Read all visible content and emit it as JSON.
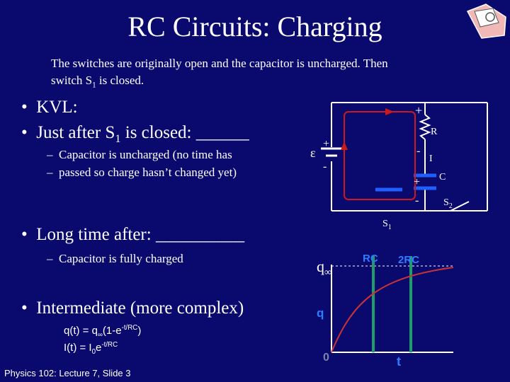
{
  "title": "RC Circuits: Charging",
  "intro": {
    "line1": "The switches are originally open and the capacitor is uncharged. Then",
    "line2_pre": "switch S",
    "line2_sub": "1",
    "line2_post": " is closed."
  },
  "bullets": {
    "kvl": "KVL:",
    "just_after_pre": "Just after S",
    "just_after_sub": "1",
    "just_after_post": " is closed: ______",
    "sub1": "Capacitor is uncharged (no time has",
    "sub2": "passed so charge hasn’t changed yet)",
    "long_time": "Long time after: __________",
    "sub3": "Capacitor is fully charged",
    "intermediate": "Intermediate (more complex)"
  },
  "equations": {
    "q_pre": "q(t) = q",
    "q_inf_sub": "∞",
    "q_mid": "(1-e",
    "q_sup": "-t/RC",
    "q_post": ")",
    "i_pre": "I(t) = I",
    "i_sub": "0",
    "i_mid": "e",
    "i_sup": "-t/RC"
  },
  "circuit": {
    "emf": "ε",
    "plus": "+",
    "minus": "-",
    "r": "R",
    "i": "I",
    "c": "C",
    "s1": "S",
    "s1_sub": "1",
    "s2": "S",
    "s2_sub": "2"
  },
  "graph": {
    "rc": "RC",
    "two_rc": "2RC",
    "q_inf": "q",
    "q_inf_sub": "∞",
    "q": "q",
    "zero": "0",
    "t": "t"
  },
  "footer": "Physics 102: Lecture 7, Slide 3",
  "colors": {
    "background": "#0a0a6e",
    "wire": "#ffffff",
    "loop": "#cc1a1a",
    "capacitor": "#1f5fff",
    "rc_bars": "#1e9c6a",
    "curve": "#cc3333",
    "graph_text": "#2e7cff"
  }
}
